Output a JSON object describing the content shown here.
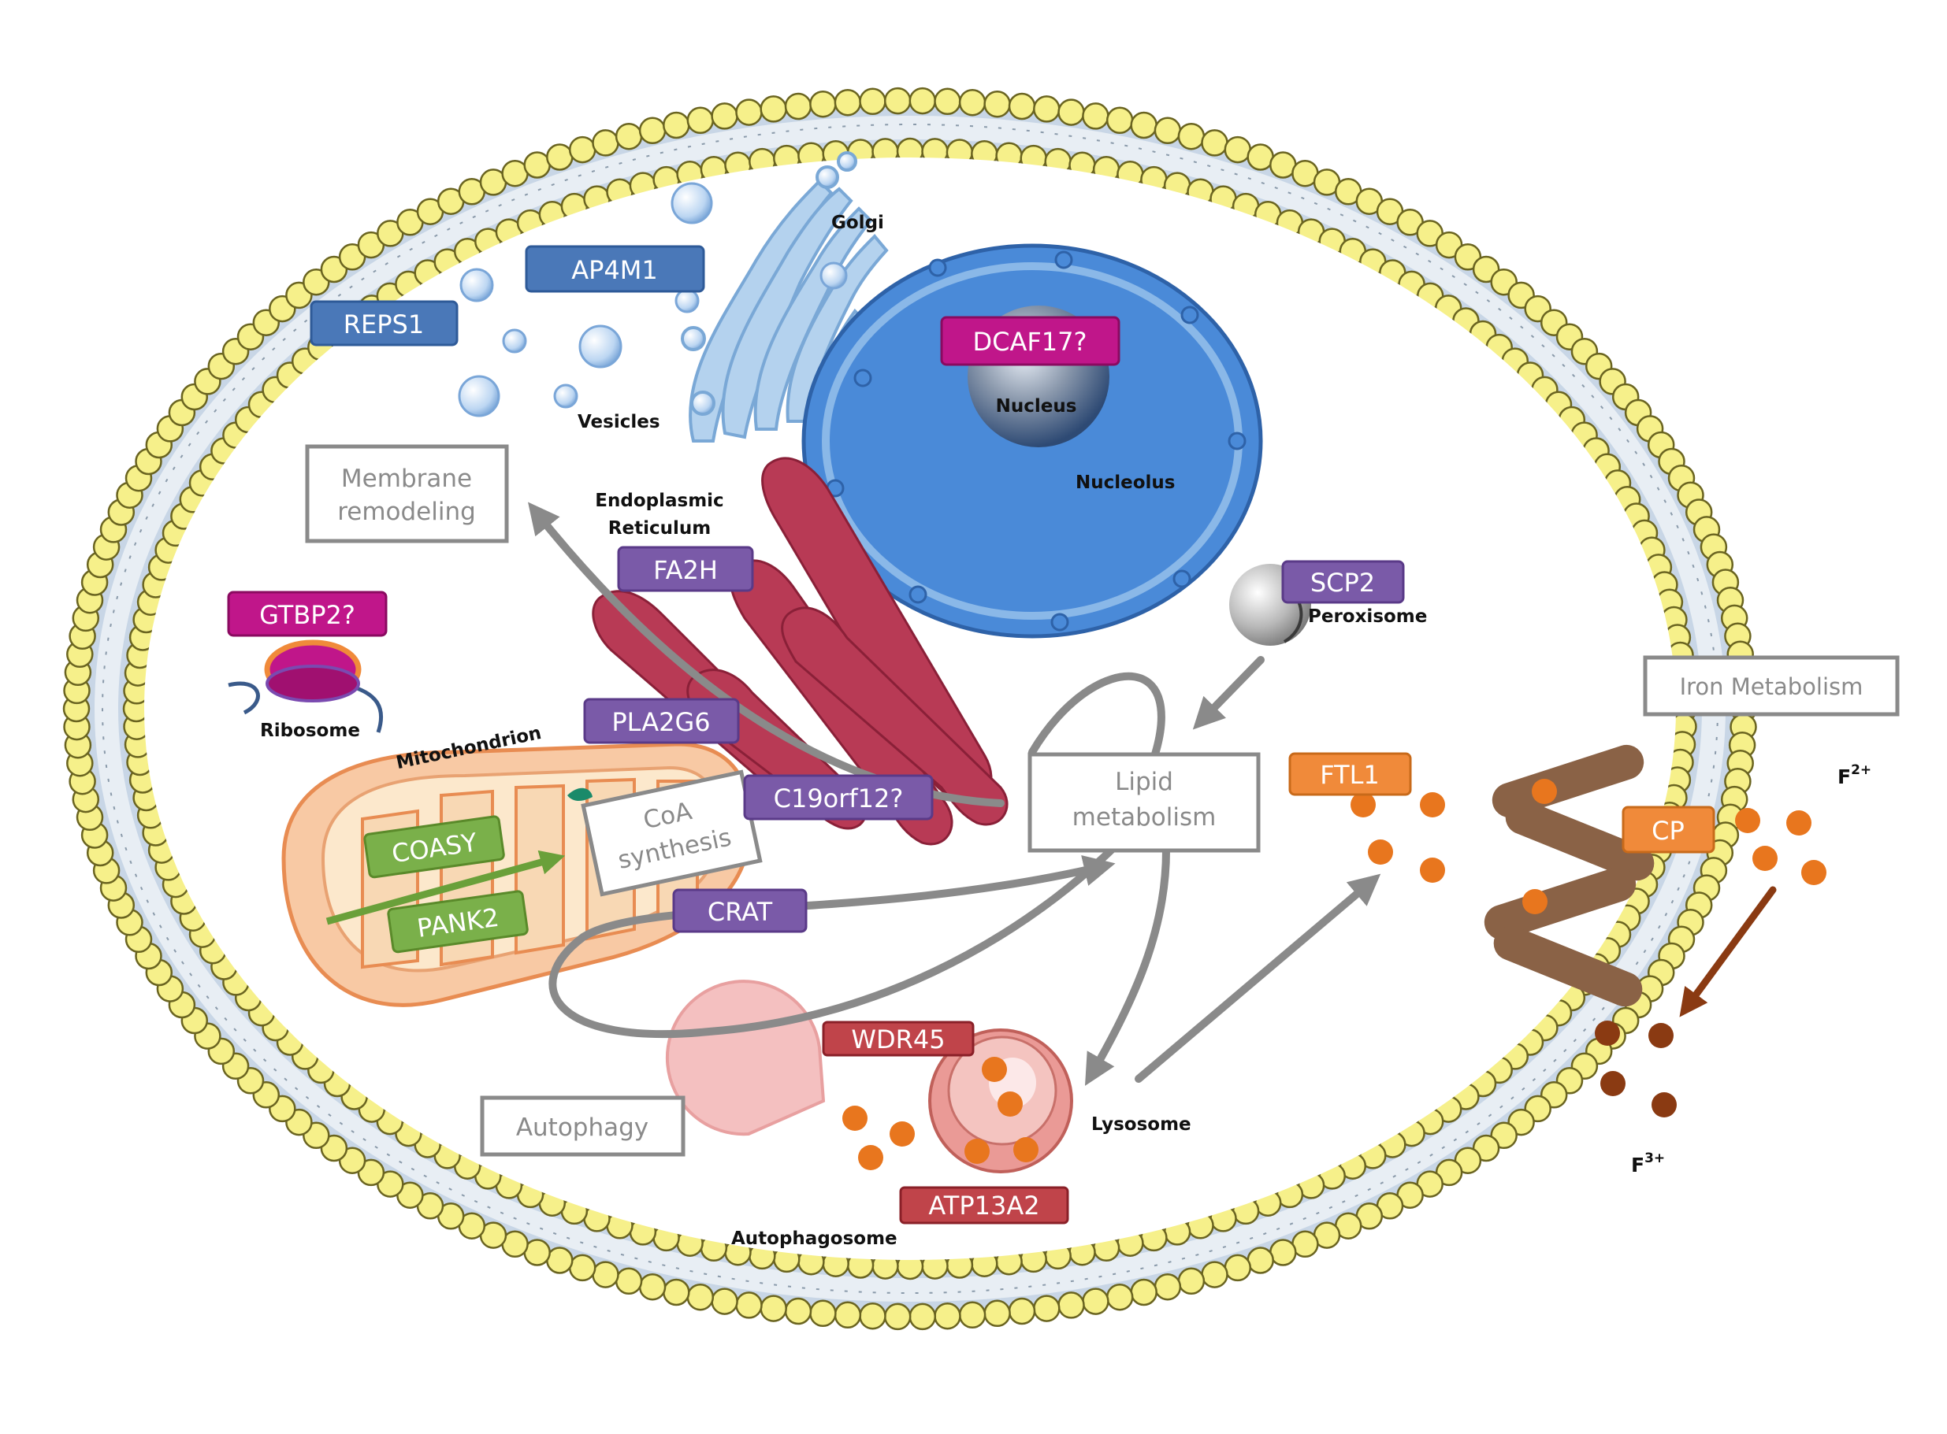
{
  "colors": {
    "blue_label": "#4a78b8",
    "magenta_label": "#c0168a",
    "purple_label": "#7a5aa8",
    "green_label": "#7ab04a",
    "red_label": "#c0444a",
    "orange_label": "#f08a3a",
    "iron2": "#e8761e",
    "iron3": "#8a3a12",
    "membrane_bead": "#f6f08a",
    "arrow_gray": "#8a8a8a",
    "nucleus": "#4a8ad8",
    "er": "#b83a55",
    "mito_outer": "#f8c9a4",
    "channel": "#8a6246"
  },
  "organelles": {
    "golgi": "Golgi",
    "vesicles": "Vesicles",
    "nucleus": "Nucleus",
    "nucleolus": "Nucleolus",
    "er_line1": "Endoplasmic",
    "er_line2": "Reticulum",
    "peroxisome": "Peroxisome",
    "ribosome": "Ribosome",
    "mitochondrion": "Mitochondrion",
    "lysosome": "Lysosome",
    "autophagosome": "Autophagosome"
  },
  "genes": {
    "reps1": "REPS1",
    "ap4m1": "AP4M1",
    "dcaf17": "DCAF17?",
    "gtbp2": "GTBP2?",
    "fa2h": "FA2H",
    "scp2": "SCP2",
    "pla2g6": "PLA2G6",
    "c19orf12": "C19orf12?",
    "crat": "CRAT",
    "coasy": "COASY",
    "pank2": "PANK2",
    "wdr45": "WDR45",
    "atp13a2": "ATP13A2",
    "ftl1": "FTL1",
    "cp": "CP"
  },
  "processes": {
    "membrane_line1": "Membrane",
    "membrane_line2": "remodeling",
    "coa_line1": "CoA",
    "coa_line2": "synthesis",
    "lipid_line1": "Lipid",
    "lipid_line2": "metabolism",
    "autophagy": "Autophagy",
    "iron_metabolism": "Iron Metabolism"
  },
  "ions": {
    "fe2_base": "F",
    "fe2_sup": "2+",
    "fe3_base": "F",
    "fe3_sup": "3+"
  }
}
